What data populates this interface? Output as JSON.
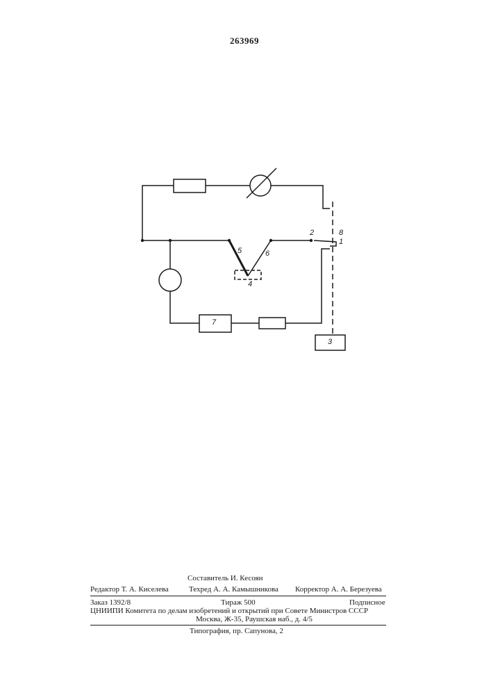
{
  "patent_number": "263969",
  "figure": {
    "labels": {
      "n1": "1",
      "n2": "2",
      "n3": "3",
      "n4": "4",
      "n5": "5",
      "n6": "6",
      "n7": "7",
      "n8": "8"
    }
  },
  "footer": {
    "compiler": "Составитель И. Кесоян",
    "editor": "Редактор Т. А. Киселева",
    "techred": "Техред А. А. Камышникова",
    "corrector": "Корректор А. А. Березуева",
    "order": "Заказ 1392/8",
    "circulation": "Тираж 500",
    "subscription": "Подписное",
    "org": "ЦНИИПИ Комитета по делам изобретений и открытий при Совете Министров СССР",
    "address": "Москва, Ж-35, Раушская наб., д. 4/5",
    "printing": "Типография, пр. Сапунова, 2"
  }
}
